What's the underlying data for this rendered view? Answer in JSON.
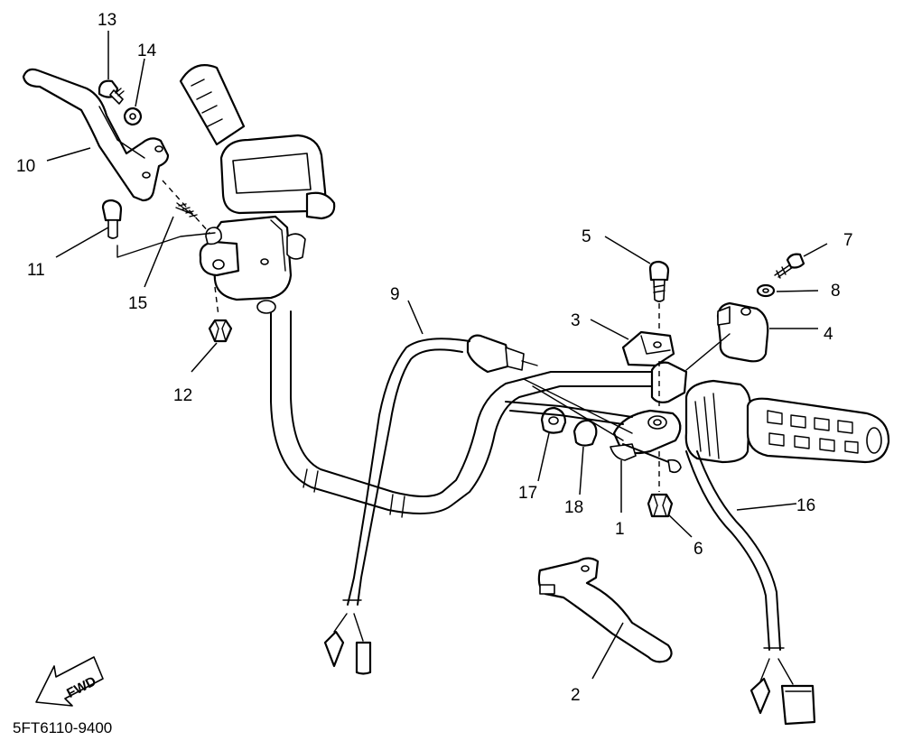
{
  "diagram": {
    "code": "5FT6110-9400",
    "direction_label": "FWD",
    "callouts": [
      "1",
      "2",
      "3",
      "4",
      "5",
      "6",
      "7",
      "8",
      "9",
      "10",
      "11",
      "12",
      "13",
      "14",
      "15",
      "16",
      "17",
      "18"
    ]
  }
}
